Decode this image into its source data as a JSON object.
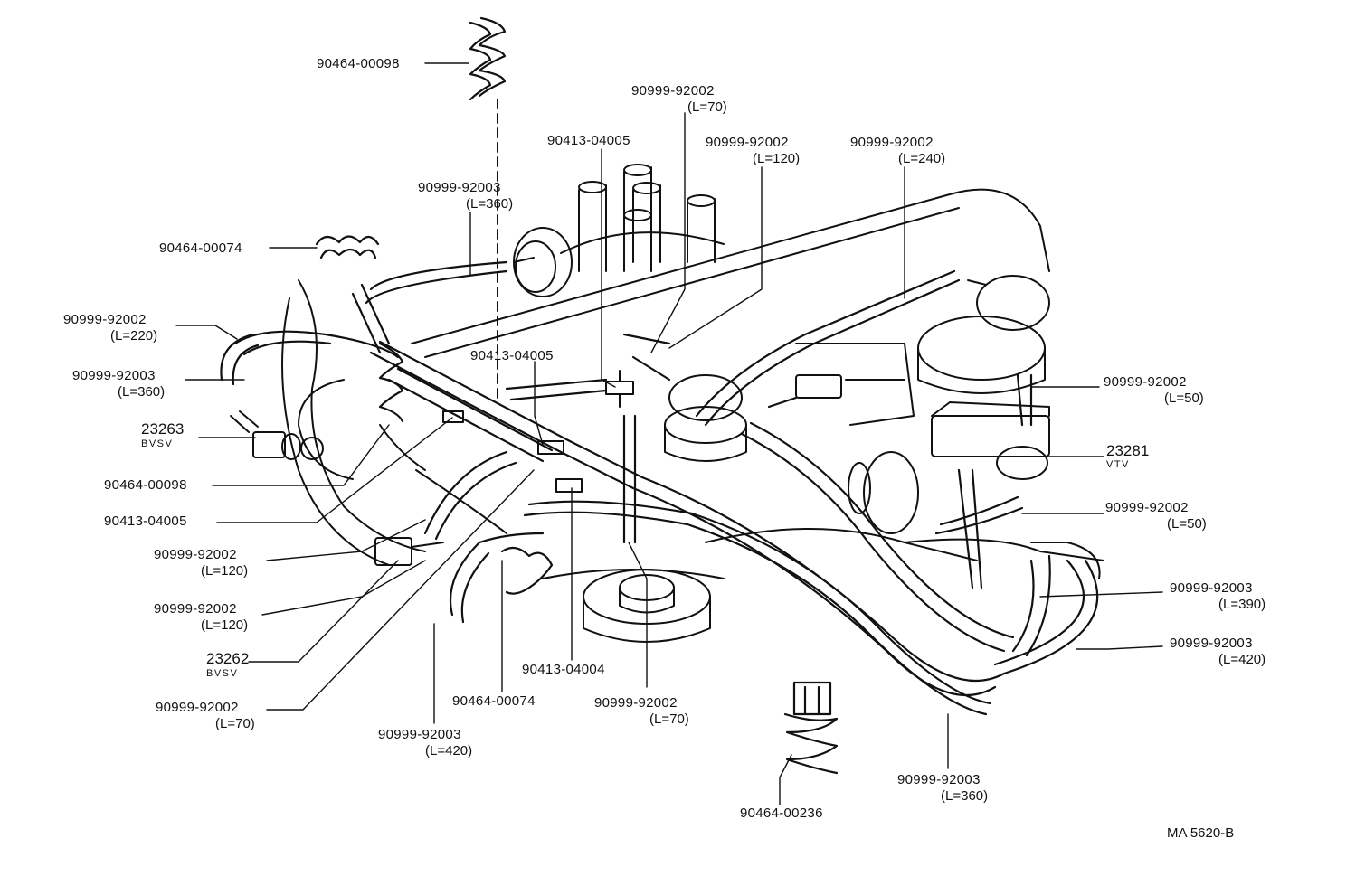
{
  "diagram": {
    "reference": "MA 5620-B",
    "callouts": [
      {
        "part": "90464-00098"
      },
      {
        "part": "90999-92002",
        "length": "(L=70)"
      },
      {
        "part": "90413-04005"
      },
      {
        "part": "90999-92002",
        "length": "(L=120)"
      },
      {
        "part": "90999-92002",
        "length": "(L=240)"
      },
      {
        "part": "90999-92003",
        "length": "(L=360)"
      },
      {
        "part": "90464-00074"
      },
      {
        "part": "90999-92002",
        "length": "(L=220)"
      },
      {
        "part": "90999-92003",
        "length": "(L=360)"
      },
      {
        "part": "23263",
        "name": "BVSV"
      },
      {
        "part": "90413-04005"
      },
      {
        "part": "90464-00098"
      },
      {
        "part": "90413-04005"
      },
      {
        "part": "90999-92002",
        "length": "(L=120)"
      },
      {
        "part": "90999-92002",
        "length": "(L=120)"
      },
      {
        "part": "23262",
        "name": "BVSV"
      },
      {
        "part": "90999-92002",
        "length": "(L=70)"
      },
      {
        "part": "90999-92003",
        "length": "(L=420)"
      },
      {
        "part": "90464-00074"
      },
      {
        "part": "90413-04004"
      },
      {
        "part": "90999-92002",
        "length": "(L=70)"
      },
      {
        "part": "90464-00236"
      },
      {
        "part": "90999-92003",
        "length": "(L=360)"
      },
      {
        "part": "90999-92002",
        "length": "(L=50)"
      },
      {
        "part": "23281",
        "name": "VTV"
      },
      {
        "part": "90999-92002",
        "length": "(L=50)"
      },
      {
        "part": "90999-92003",
        "length": "(L=390)"
      },
      {
        "part": "90999-92003",
        "length": "(L=420)"
      }
    ]
  }
}
